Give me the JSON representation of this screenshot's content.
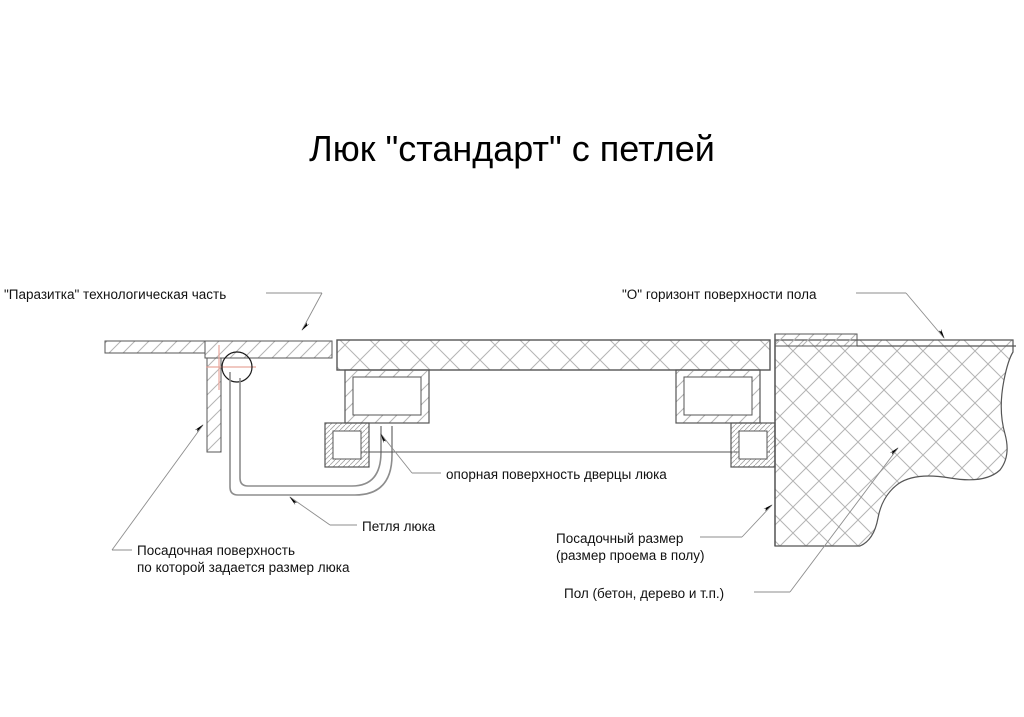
{
  "document": {
    "title": "Люк \"стандарт\" с петлей",
    "background_color": "#ffffff",
    "line_color": "#555555",
    "hatch_color": "#b4b4b4",
    "axis_color": "#e8a79c"
  },
  "labels": {
    "parazitka": "\"Паразитка\" технологическая часть",
    "gorizont": "\"О\" горизонт поверхности пола",
    "opornaya": "опорная поверхность дверцы люка",
    "petlya": "Петля люка",
    "posadochnaya_poverhnost_line1": "Посадочная поверхность",
    "posadochnaya_poverhnost_line2": "по которой задается размер люка",
    "posadochny_razmer_line1": "Посадочный размер",
    "posadochny_razmer_line2": "(размер проема в полу)",
    "pol": "Пол (бетон, дерево и т.п.)"
  }
}
